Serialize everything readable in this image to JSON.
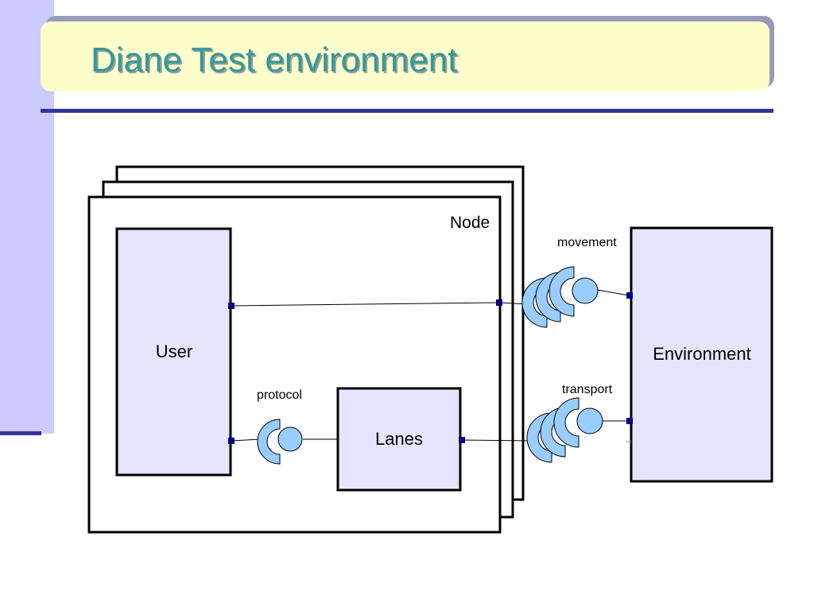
{
  "slide": {
    "title": "Diane Test environment"
  },
  "diagram": {
    "node_label": "Node",
    "user_label": "User",
    "lanes_label": "Lanes",
    "environment_label": "Environment",
    "protocol_label": "protocol",
    "movement_label": "movement",
    "transport_label": "transport"
  },
  "colors": {
    "title_text": "#339999",
    "title_background": "#ffffcc",
    "rule": "#333399",
    "side_band": "#ccccff",
    "component_fill": "#e5e5fb",
    "interface_fill": "#99ccff",
    "port": "#000080"
  }
}
